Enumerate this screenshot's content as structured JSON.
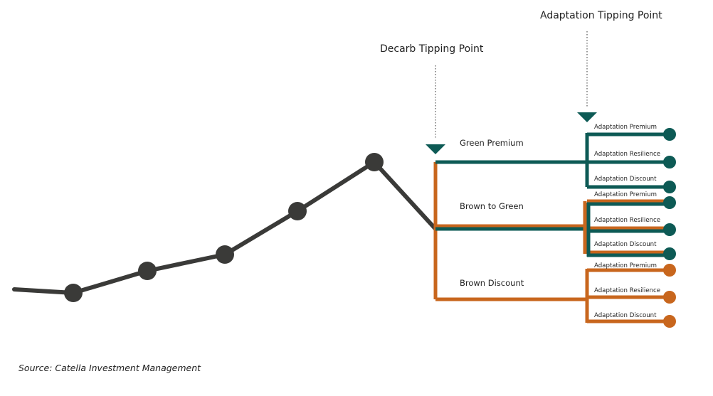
{
  "tipping_points": {
    "decarb": "Decarb Tipping Point",
    "adaptation": "Adaptation Tipping Point"
  },
  "paths": {
    "green": "Green Premium",
    "transition": "Brown to Green",
    "brown": "Brown Discount"
  },
  "outcomes": {
    "premium": "Adaptation Premium",
    "resilience": "Adaptation Resilience",
    "discount": "Adaptation Discount"
  },
  "source": "Source: Catella Investment Management",
  "colors": {
    "trend": "#3a3a38",
    "green": "#0d5a55",
    "brown": "#c8661d",
    "marker": "#0d5a55",
    "dotted": "#555555"
  },
  "icons": [
    "triangle-marker-icon",
    "circle-node-icon"
  ]
}
